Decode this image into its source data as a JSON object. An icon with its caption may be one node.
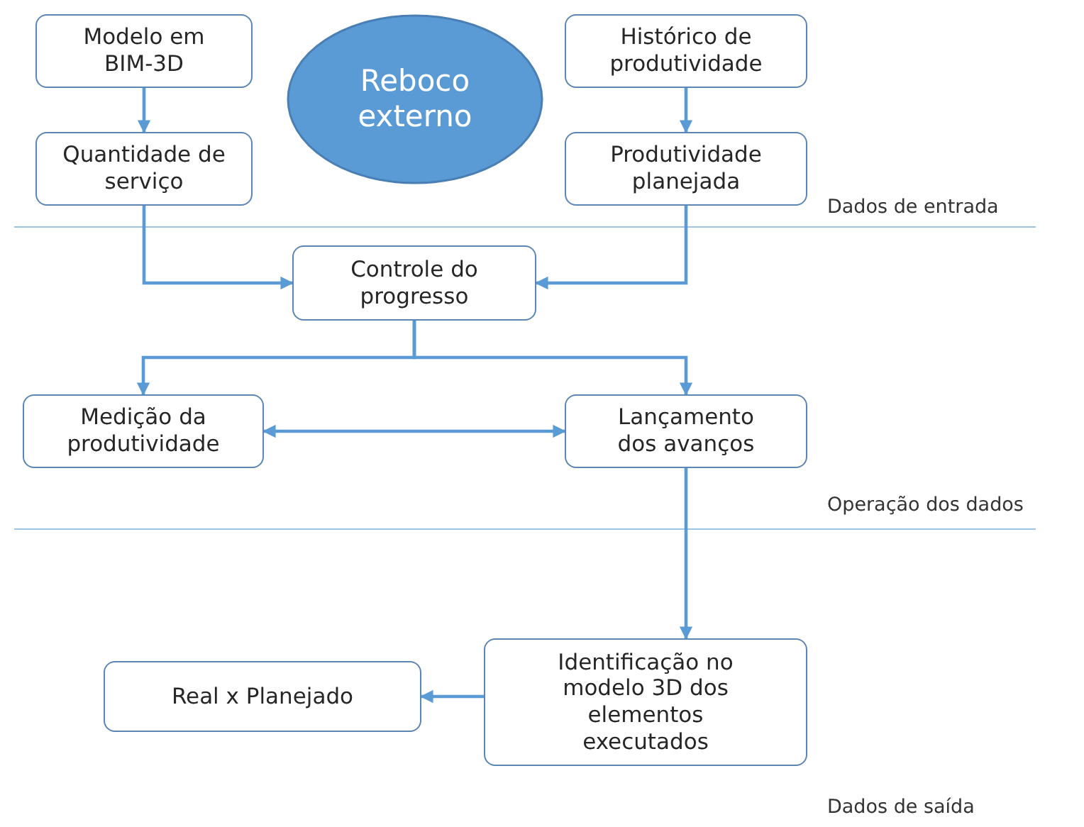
{
  "diagram": {
    "nodes": [
      {
        "text": [
          "Modelo em BIM-3D"
        ]
      },
      {
        "text": [
          "Quantidade de serviço"
        ]
      },
      {
        "text": [
          "Reboco externo"
        ]
      },
      {
        "text": [
          "Histórico de produtividade"
        ]
      },
      {
        "text": [
          "Produtividade planejada"
        ]
      },
      {
        "text": [
          "Controle do progresso"
        ]
      },
      {
        "text": [
          "Medição da produtividade"
        ]
      },
      {
        "text": [
          "Lançamento dos avanços"
        ]
      },
      {
        "text": [
          "Identificação no modelo 3D dos elementos executados"
        ]
      },
      {
        "text": [
          "Real x Planejado"
        ]
      }
    ],
    "edges": [
      {
        "from": 0,
        "to": 1,
        "arrow": "to"
      },
      {
        "from": 3,
        "to": 4,
        "arrow": "to"
      },
      {
        "from": 1,
        "to": 5,
        "arrow": "to"
      },
      {
        "from": 4,
        "to": 5,
        "arrow": "to"
      },
      {
        "from": 5,
        "to": 6,
        "arrow": "to"
      },
      {
        "from": 5,
        "to": 7,
        "arrow": "to"
      },
      {
        "from": 6,
        "to": 7,
        "arrow": "both"
      },
      {
        "from": 7,
        "to": 8,
        "arrow": "to"
      },
      {
        "from": 8,
        "to": 9,
        "arrow": "to"
      }
    ],
    "labels": [
      "Dados de entrada",
      "Operação dos dados",
      "Dados de saída"
    ]
  }
}
